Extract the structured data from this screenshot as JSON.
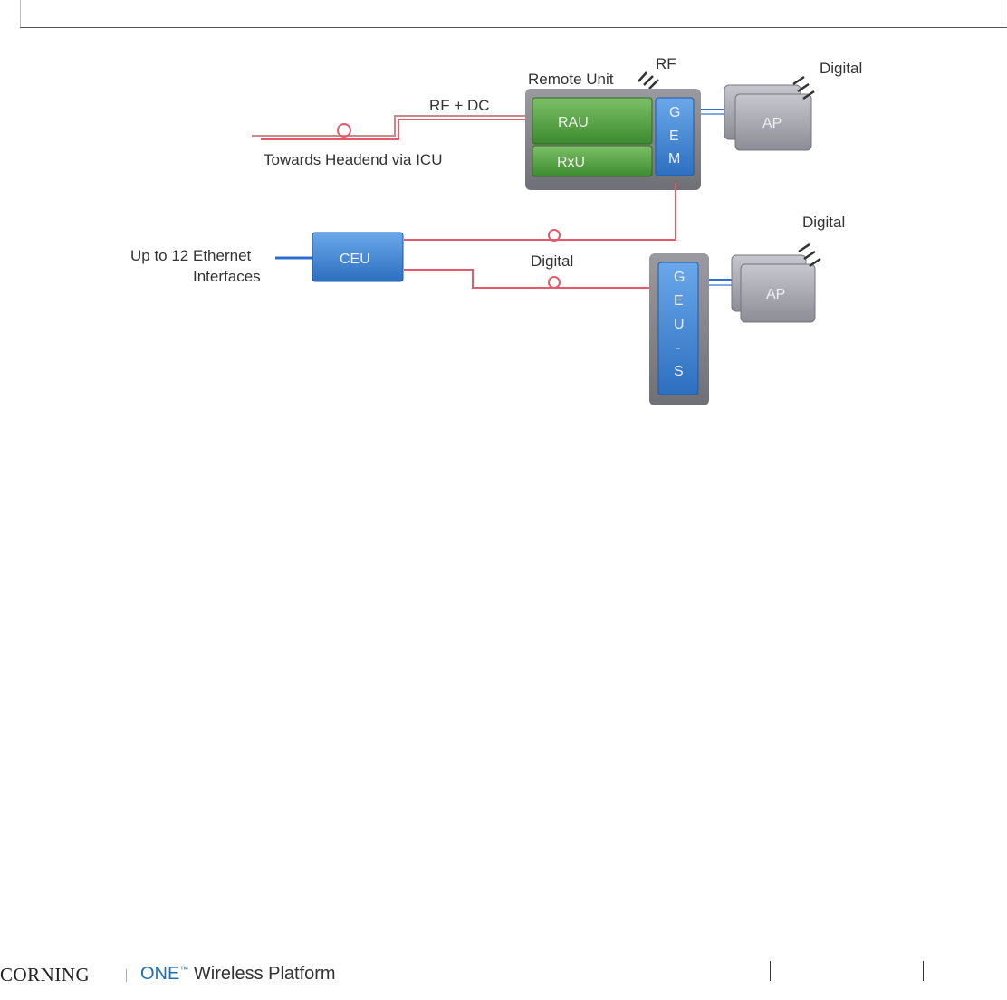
{
  "diagram": {
    "remote_unit_label": "Remote Unit",
    "rf_label": "RF",
    "rf_dc_label": "RF + DC",
    "towards_label": "Towards Headend via ICU",
    "rau_label": "RAU",
    "rxu_label": "RxU",
    "gem_label": [
      "G",
      "E",
      "M"
    ],
    "digital_top_label": "Digital",
    "ap_label": "AP",
    "ceu_label": "CEU",
    "ethernet_label_1": "Up to 12 Ethernet",
    "ethernet_label_2": "Interfaces",
    "digital_mid_label": "Digital",
    "digital_right_label": "Digital",
    "geus_label": [
      "G",
      "E",
      "U",
      "-",
      "S"
    ],
    "ap2_label": "AP",
    "colors": {
      "rf_line": "#e35a6a",
      "ethernet_line": "#2f6fd0",
      "green_box": "#4c9a3c",
      "blue_box": "#3b86d6",
      "grey_box": "#9a9aa4"
    }
  },
  "footer": {
    "brand": "CORNING",
    "product_one": "ONE",
    "product_tm": "™",
    "product_rest": " Wireless Platform"
  }
}
